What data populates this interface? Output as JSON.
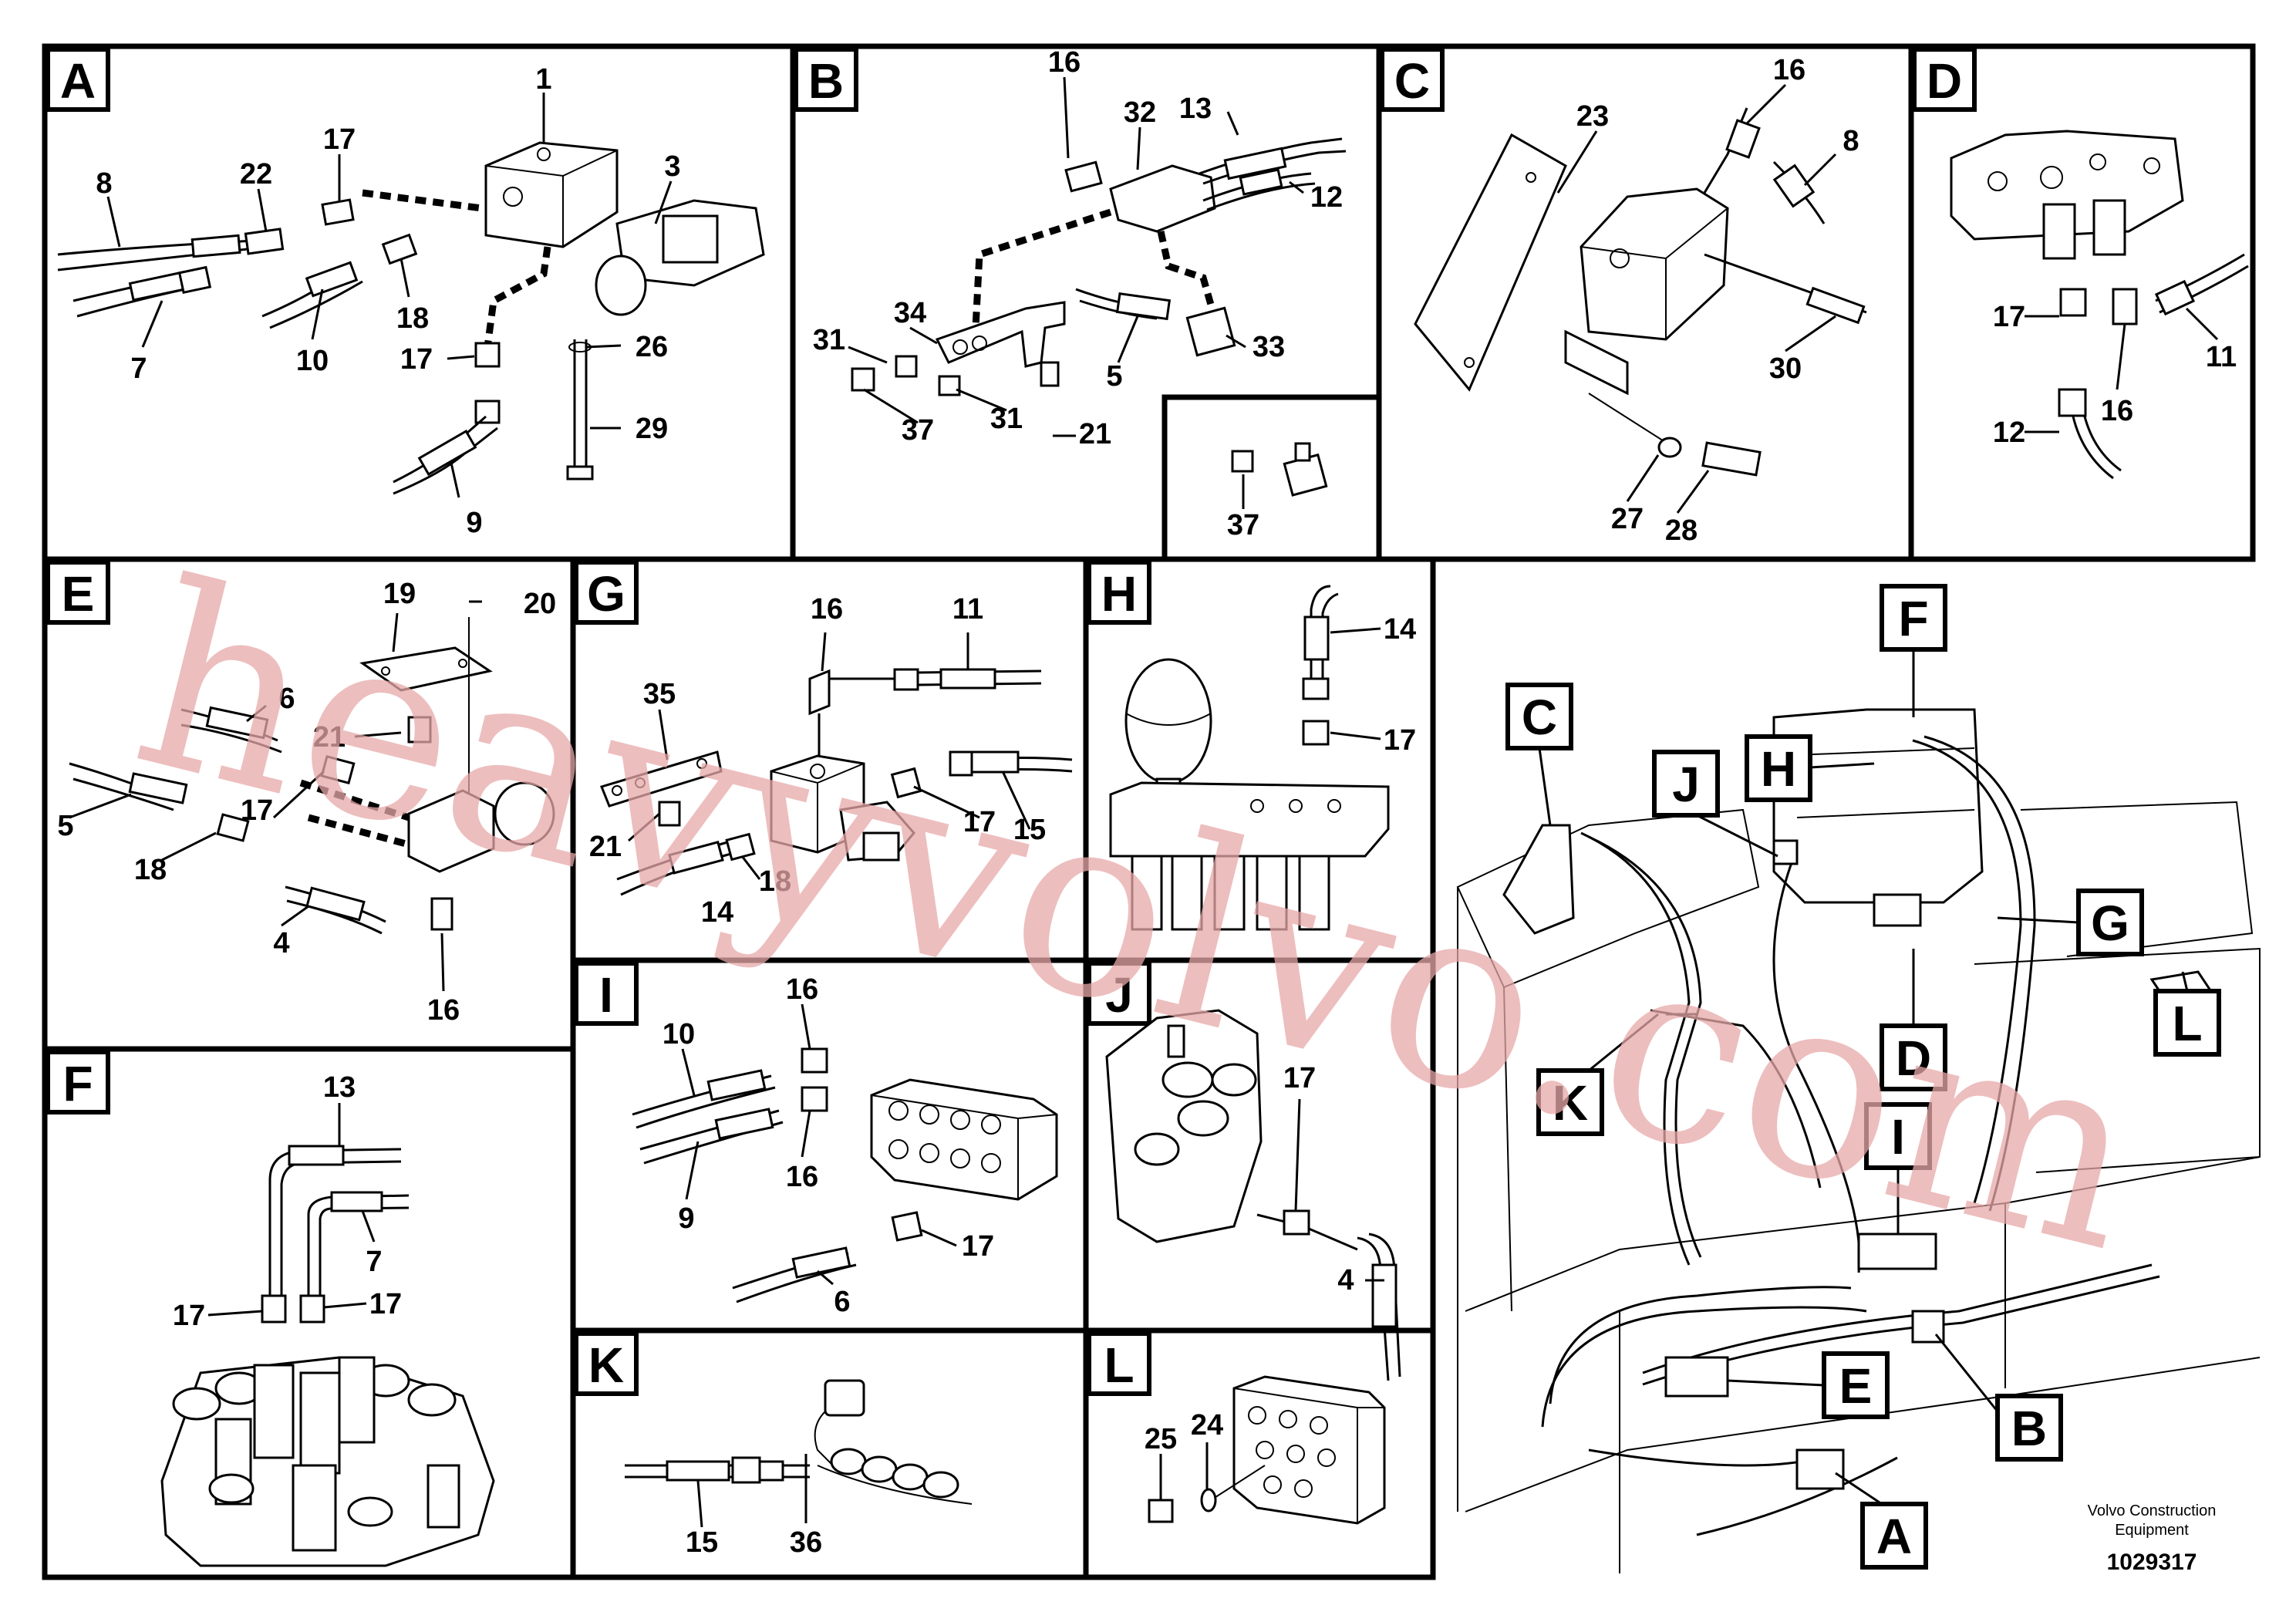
{
  "panels": {
    "A": {
      "label": "A",
      "callouts": [
        "1",
        "3",
        "8",
        "22",
        "17",
        "7",
        "10",
        "18",
        "17",
        "26",
        "29",
        "9"
      ]
    },
    "B": {
      "label": "B",
      "callouts": [
        "16",
        "32",
        "13",
        "12",
        "34",
        "31",
        "33",
        "5",
        "31",
        "37",
        "21"
      ]
    },
    "C": {
      "label": "C",
      "callouts": [
        "23",
        "16",
        "8",
        "30",
        "27",
        "28"
      ]
    },
    "D": {
      "label": "D",
      "callouts": [
        "17",
        "11",
        "16",
        "12"
      ]
    },
    "E": {
      "label": "E",
      "callouts": [
        "19",
        "20",
        "6",
        "21",
        "5",
        "17",
        "18",
        "4",
        "16"
      ]
    },
    "G": {
      "label": "G",
      "callouts": [
        "16",
        "11",
        "35",
        "17",
        "15",
        "21",
        "18",
        "14"
      ]
    },
    "H": {
      "label": "H",
      "callouts": [
        "14",
        "17"
      ]
    },
    "F": {
      "label": "F",
      "callouts": [
        "13",
        "7",
        "17",
        "17"
      ]
    },
    "I": {
      "label": "I",
      "callouts": [
        "16",
        "10",
        "16",
        "9",
        "17",
        "6"
      ]
    },
    "J": {
      "label": "J",
      "callouts": [
        "17",
        "4"
      ]
    },
    "K": {
      "label": "K",
      "callouts": [
        "15",
        "36"
      ]
    },
    "L": {
      "label": "L",
      "callouts": [
        "25",
        "24"
      ]
    },
    "B_inset": {
      "callouts": [
        "37"
      ]
    }
  },
  "overview": {
    "tags": [
      "F",
      "C",
      "J",
      "H",
      "G",
      "D",
      "K",
      "I",
      "L",
      "E",
      "B",
      "A"
    ]
  },
  "watermark": "heavyvolvo.com",
  "footer": {
    "brand_line1": "Volvo Construction",
    "brand_line2": "Equipment",
    "doc_number": "1029317"
  }
}
